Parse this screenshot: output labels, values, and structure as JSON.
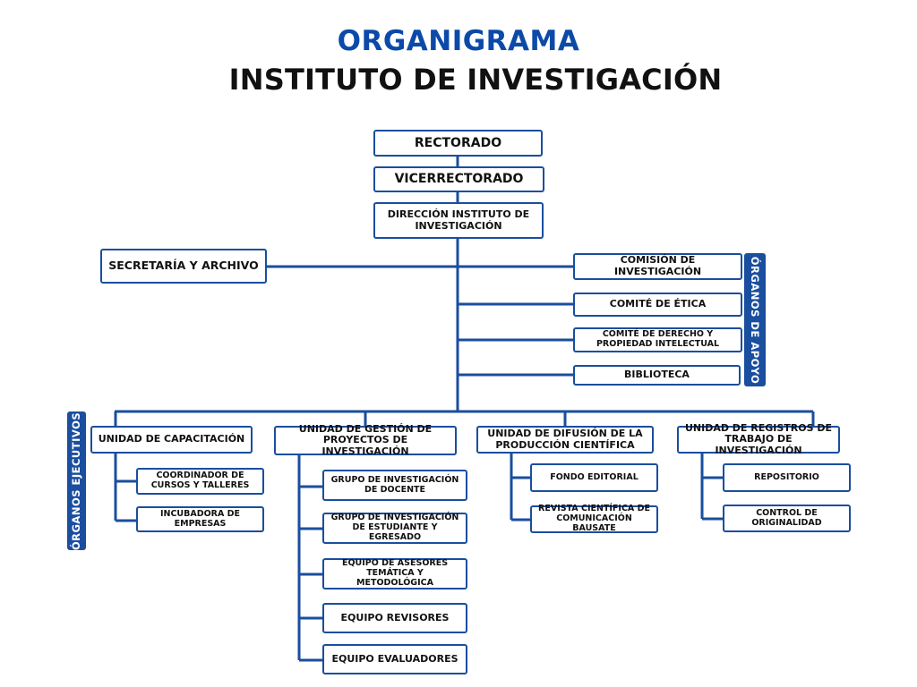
{
  "title": {
    "line1": "ORGANIGRAMA",
    "line2": "INSTITUTO DE INVESTIGACIÓN"
  },
  "nodes": {
    "rectorado": "RECTORADO",
    "vicerrectorado": "VICERRECTORADO",
    "direccion": "DIRECCIÓN INSTITUTO DE INVESTIGACIÓN",
    "secretaria": "SECRETARÍA Y ARCHIVO",
    "comision": "COMISIÓN DE INVESTIGACIÓN",
    "comite_etica": "COMITÉ DE ÉTICA",
    "comite_derecho": "COMITÉ DE DERECHO Y PROPIEDAD INTELECTUAL",
    "biblioteca": "BIBLIOTECA",
    "u_capacitacion": "UNIDAD DE CAPACITACIÓN",
    "coordinador": "COORDINADOR DE CURSOS Y TALLERES",
    "incubadora": "INCUBADORA DE EMPRESAS",
    "u_gestion": "UNIDAD DE GESTIÓN DE PROYECTOS DE INVESTIGACIÓN",
    "grupo_docente": "GRUPO DE INVESTIGACIÓN DE DOCENTE",
    "grupo_estudiante": "GRUPO DE INVESTIGACIÓN DE ESTUDIANTE Y EGRESADO",
    "equipo_asesores": "EQUIPO DE ASESORES TEMÁTICA Y METODOLÓGICA",
    "equipo_revisores": "EQUIPO REVISORES",
    "equipo_evaluadores": "EQUIPO EVALUADORES",
    "u_difusion": "UNIDAD DE DIFUSIÓN DE LA PRODUCCIÓN CIENTÍFICA",
    "fondo_editorial": "FONDO EDITORIAL",
    "revista": "REVISTA CIENTÍFICA DE COMUNICACIÓN BAUSATE",
    "u_registros": "UNIDAD DE REGISTROS DE TRABAJO DE INVESTIGACIÓN",
    "repositorio": "REPOSITORIO",
    "control": "CONTROL DE ORIGINALIDAD"
  },
  "side_labels": {
    "apoyo": "ÓRGANOS DE APOYO",
    "ejecutivos": "ÓRGANOS EJECUTIVOS"
  },
  "colors": {
    "accent": "#1a4e9e",
    "title_blue": "#0b4aa8"
  }
}
